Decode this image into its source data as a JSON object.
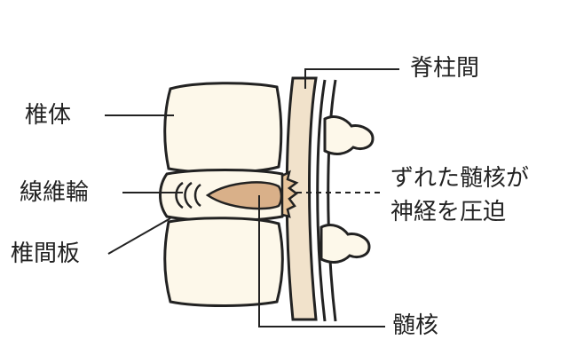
{
  "labels": {
    "vertebral_body": "椎体",
    "annulus_fibrosus": "線維輪",
    "intervertebral_disc": "椎間板",
    "spinal_canal": "脊柱間",
    "displaced_nucleus_line1": "ずれた髄核が",
    "displaced_nucleus_line2": "神経を圧迫",
    "nucleus_pulposus": "髄核"
  },
  "colors": {
    "bone_fill": "#fdf8ea",
    "outline": "#222222",
    "canal_fill": "#f1e2cb",
    "nucleus_fill": "#d9b089",
    "herniation_fill": "#e8c49a"
  }
}
